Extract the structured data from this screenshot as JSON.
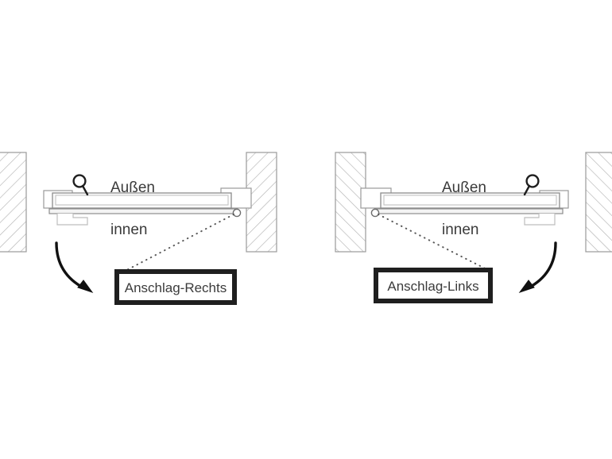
{
  "diagram": {
    "type": "door-handing-convention",
    "background_color": "#ffffff",
    "stroke_color": "#8c8c8c",
    "text_color": "#3b3b3b",
    "box_border_color": "#1f1f1f",
    "arrow_color": "#111111",
    "panels": [
      {
        "id": "left",
        "side": "right-hand",
        "outside_label": "Außen",
        "inside_label": "innen",
        "callout_label": "Anschlag-Rechts",
        "handle_position": "left",
        "hinge_position": "right",
        "swing_direction": "down-right"
      },
      {
        "id": "right",
        "side": "left-hand",
        "outside_label": "Außen",
        "inside_label": "innen",
        "callout_label": "Anschlag-Links",
        "handle_position": "right",
        "hinge_position": "left",
        "swing_direction": "down-left"
      }
    ]
  }
}
